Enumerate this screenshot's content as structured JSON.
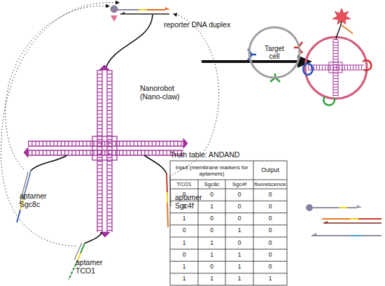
{
  "diagram": {
    "nodes": [
      {
        "text": [
          "Target cell"
        ]
      }
    ],
    "labels": [
      "reporter DNA duplex",
      "Nanorobot (Nano-claw)",
      "aptamer Sgc8c",
      "aptamer TCO1",
      "aptamer Sgc4f",
      "Truth table: ANDAND",
      "Input (membrane markers for aptamers)",
      "Output",
      "TCO1",
      "Sgc8c",
      "Sgc4f",
      "fluorescence",
      "0",
      "0",
      "0",
      "0",
      "0",
      "1",
      "0",
      "0",
      "1",
      "0",
      "0",
      "0",
      "0",
      "0",
      "1",
      "0",
      "1",
      "1",
      "0",
      "0",
      "0",
      "1",
      "1",
      "0",
      "1",
      "0",
      "1",
      "0",
      "1",
      "1",
      "1",
      "1"
    ]
  }
}
